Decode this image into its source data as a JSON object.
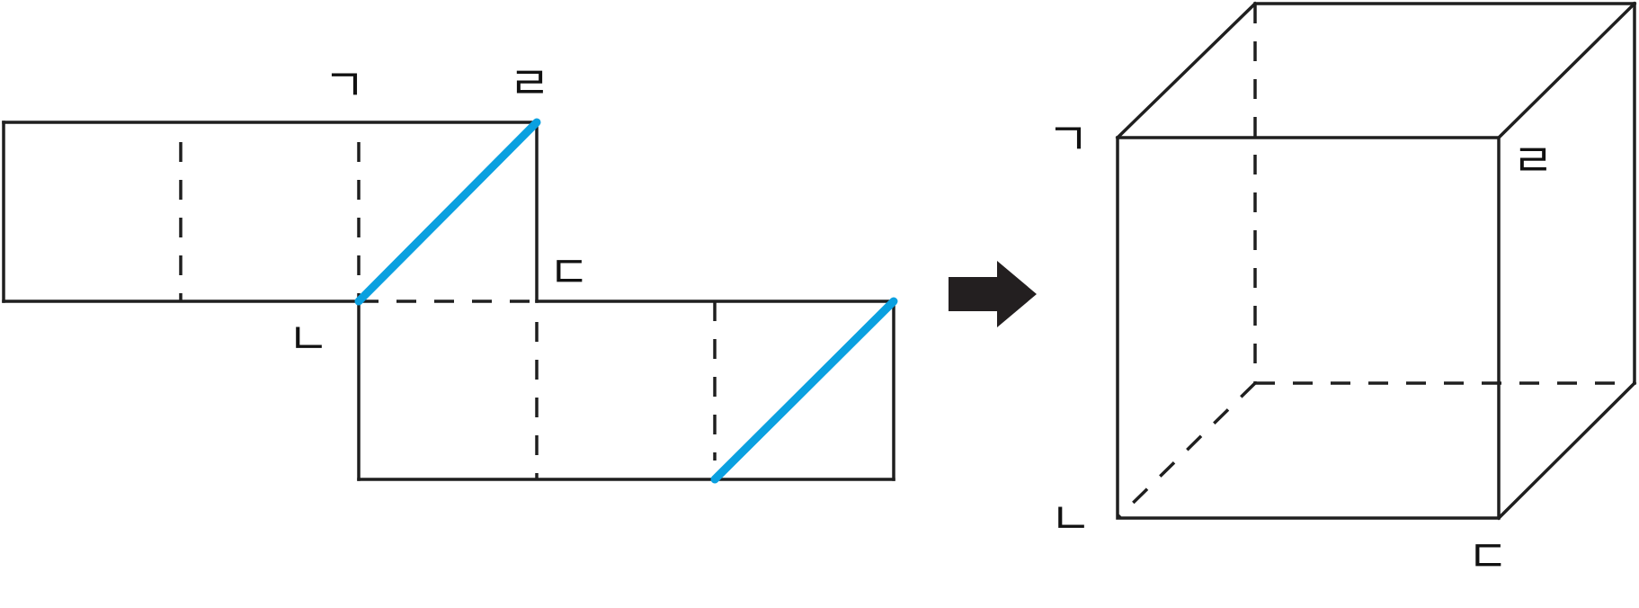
{
  "diagram": {
    "net": {
      "vertex_labels": {
        "g": "ㄱ",
        "n": "ㄴ",
        "d": "ㄷ",
        "r": "ㄹ"
      },
      "drawn_line_color": "#0aa0e0"
    },
    "arrow": {
      "icon": "right-arrow-icon"
    },
    "cube": {
      "vertex_labels": {
        "g": "ㄱ",
        "n": "ㄴ",
        "d": "ㄷ",
        "r": "ㄹ"
      }
    }
  }
}
